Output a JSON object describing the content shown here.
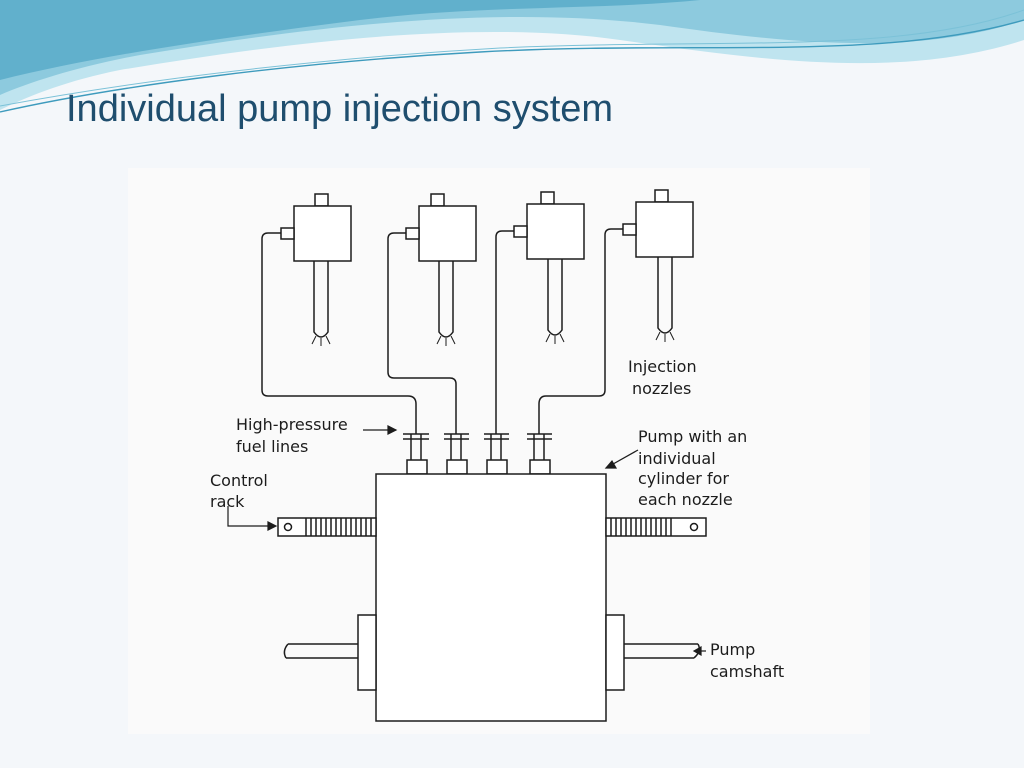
{
  "slide": {
    "title": "Individual pump injection system",
    "colors": {
      "title": "#1f4e6e",
      "wave_light": "#bfe4ef",
      "wave_mid": "#7cc2d8",
      "wave_dark": "#3e9bbd",
      "background": "#f4f7fa"
    }
  },
  "diagram": {
    "labels": {
      "injection_nozzles_1": "Injection",
      "injection_nozzles_2": "nozzles",
      "fuel_lines_1": "High-pressure",
      "fuel_lines_2": "fuel lines",
      "pump_1": "Pump with an",
      "pump_2": "individual",
      "pump_3": "cylinder for",
      "pump_4": "each nozzle",
      "control_rack_1": "Control",
      "control_rack_2": "rack",
      "camshaft_1": "Pump",
      "camshaft_2": "camshaft"
    }
  }
}
